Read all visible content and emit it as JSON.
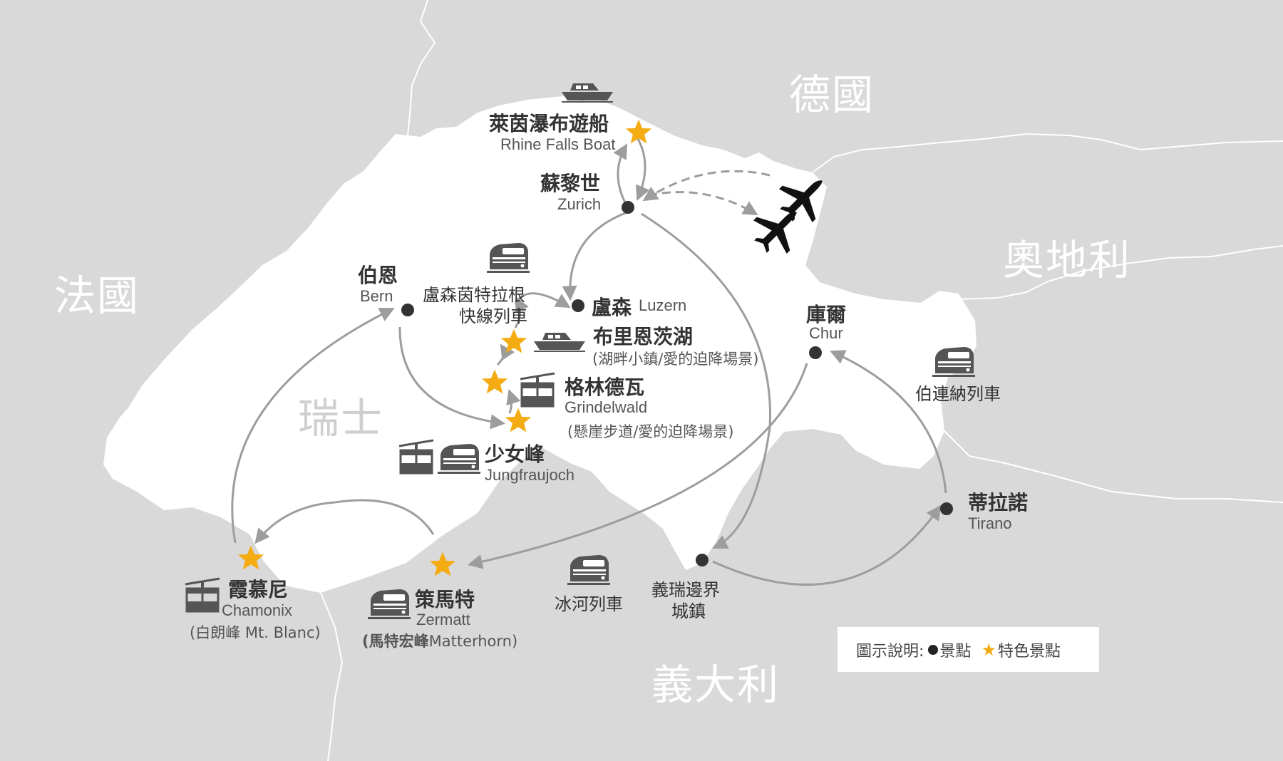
{
  "colors": {
    "background": "#d9d9d9",
    "switzerland": "#ffffff",
    "route": "#9d9d9d",
    "feature_star": "#f5ac12",
    "scenic_dot": "#333333",
    "icon": "#555555"
  },
  "countries": {
    "germany": "德國",
    "austria": "奧地利",
    "france": "法國",
    "italy": "義大利",
    "switzerland": "瑞士"
  },
  "places": {
    "rhine_falls": {
      "zh": "萊茵瀑布遊船",
      "en": "Rhine Falls Boat",
      "marker": "star",
      "icon": "boat-icon"
    },
    "zurich": {
      "zh": "蘇黎世",
      "en": "Zurich",
      "marker": "dot",
      "icon": "airplane-icon"
    },
    "bern": {
      "zh": "伯恩",
      "en": "Bern",
      "marker": "dot"
    },
    "luzern": {
      "zh": "盧森",
      "en": "Luzern",
      "marker": "dot"
    },
    "luzern_express": {
      "line1": "盧森茵特拉根",
      "line2": "快線列車",
      "icon": "train-icon"
    },
    "brienz": {
      "zh": "布里恩茨湖",
      "sub": "(湖畔小鎮/愛的迫降場景)",
      "marker": "star",
      "icon": "boat-icon"
    },
    "grindelwald": {
      "zh": "格林德瓦",
      "en": "Grindelwald",
      "sub": "(懸崖步道/愛的迫降場景)",
      "marker": "star",
      "icon": "cable-car-icon"
    },
    "jungfraujoch": {
      "zh": "少女峰",
      "en": "Jungfraujoch",
      "marker": "star",
      "icons": [
        "cable-car-icon",
        "train-icon"
      ]
    },
    "chur": {
      "zh": "庫爾",
      "en": "Chur",
      "marker": "dot"
    },
    "bernina": {
      "zh": "伯連納列車",
      "icon": "train-icon"
    },
    "tirano": {
      "zh": "蒂拉諾",
      "en": "Tirano",
      "marker": "dot"
    },
    "chamonix": {
      "zh": "霞慕尼",
      "en": "Chamonix",
      "sub": "(白朗峰 Mt. Blanc)",
      "marker": "star",
      "icon": "cable-car-icon"
    },
    "zermatt": {
      "zh": "策馬特",
      "en": "Zermatt",
      "sub_bold": "(馬特宏峰",
      "sub_rest": "Matterhorn)",
      "marker": "star",
      "icon": "train-icon"
    },
    "glacier_express": {
      "zh": "冰河列車",
      "icon": "train-icon"
    },
    "border_town": {
      "line1": "義瑞邊界",
      "line2": "城鎮",
      "marker": "dot"
    }
  },
  "legend": {
    "title": "圖示說明:",
    "dot_label": "景點",
    "star_label": "特色景點"
  }
}
